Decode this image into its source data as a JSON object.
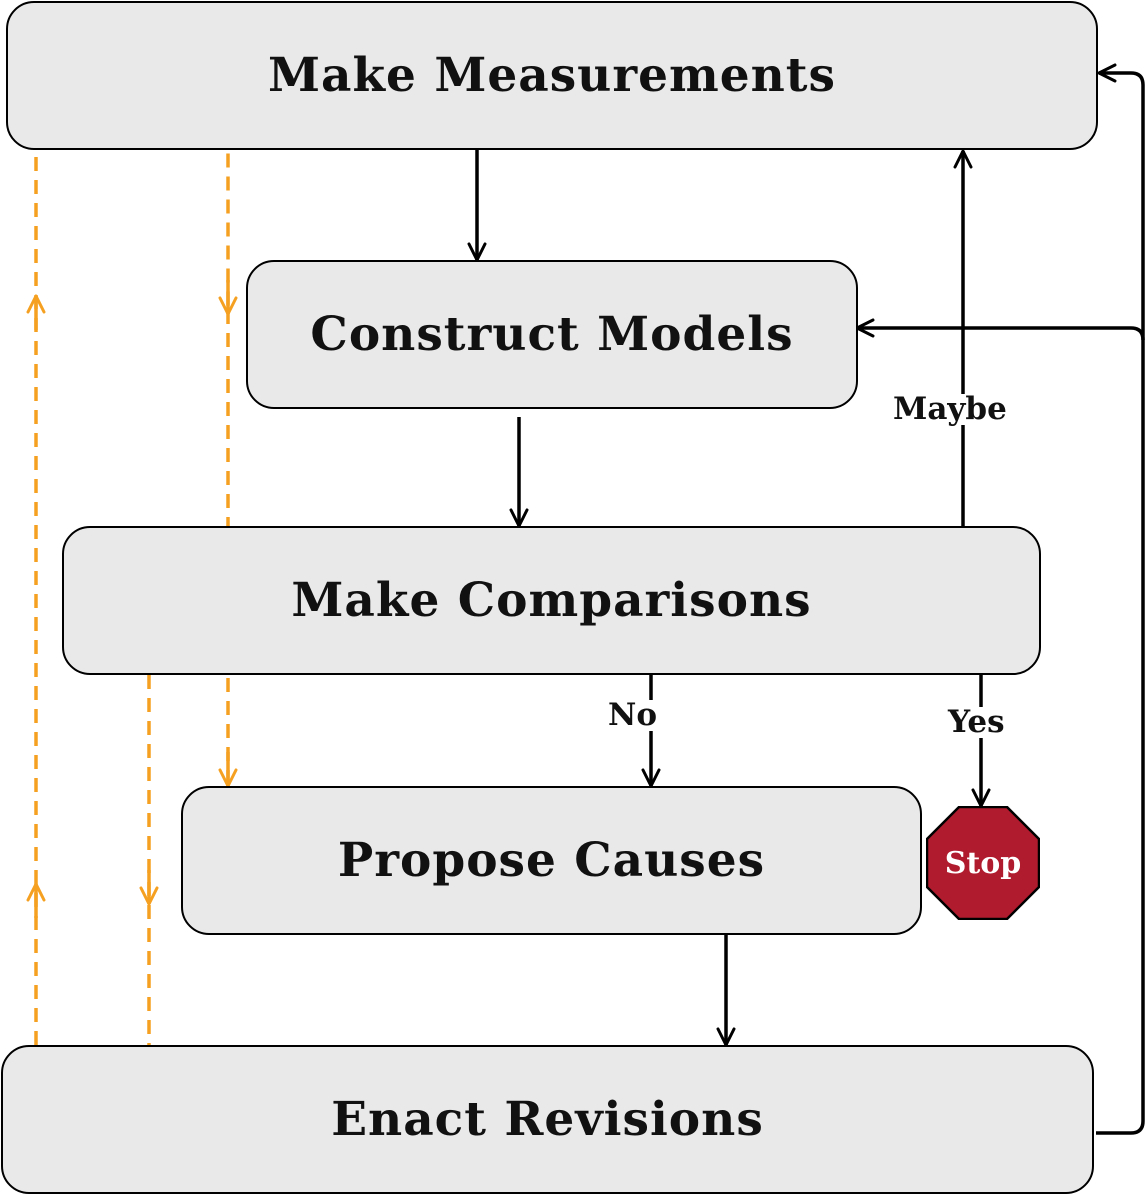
{
  "nodes": {
    "make_measurements": "Make Measurements",
    "construct_models": "Construct Models",
    "make_comparisons": "Make Comparisons",
    "propose_causes": "Propose Causes",
    "enact_revisions": "Enact Revisions"
  },
  "edge_labels": {
    "maybe": "Maybe",
    "no": "No",
    "yes": "Yes"
  },
  "stop": {
    "label": "Stop",
    "color": "#b01c2e"
  },
  "colors": {
    "box_fill": "#e9e9e9",
    "edge": "#000000",
    "inner_loop": "#f5a020"
  }
}
